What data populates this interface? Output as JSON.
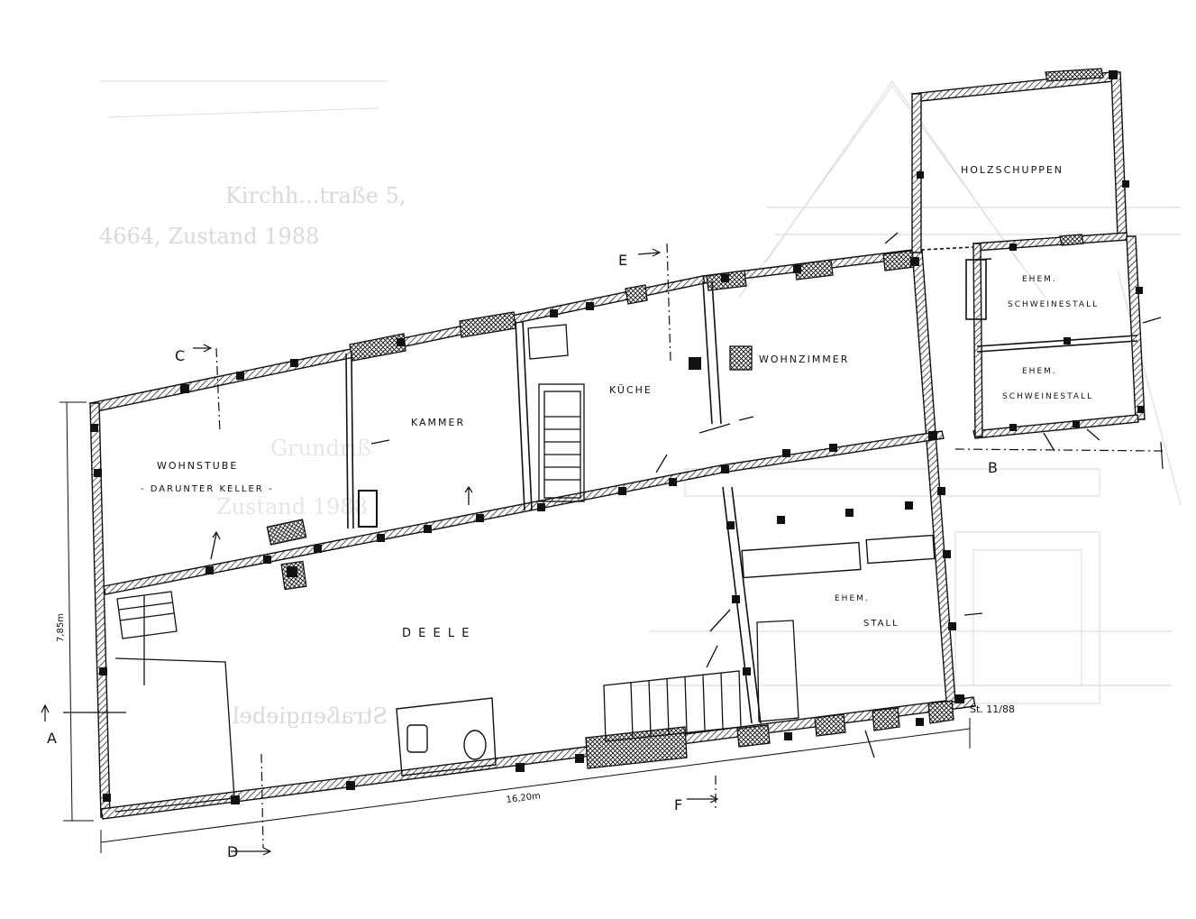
{
  "background_text": {
    "line1": "Kirchh...traße 5,",
    "line2": "4664, Zustand 1988",
    "faded1": "Grundriß",
    "faded2": "Zustand 1988",
    "mirrored": "Straßengiebel"
  },
  "rooms": {
    "wohnstube": "WOHNSTUBE",
    "wohnstube_note": "- DARUNTER KELLER -",
    "kammer": "KAMMER",
    "kueche": "KÜCHE",
    "wohnzimmer": "WOHNZIMMER",
    "holzschuppen": "HOLZSCHUPPEN",
    "schweinestall1_a": "EHEM.",
    "schweinestall1_b": "SCHWEINESTALL",
    "schweinestall2_a": "EHEM.",
    "schweinestall2_b": "SCHWEINESTALL",
    "deele": "D E E L E",
    "stall_a": "EHEM.",
    "stall_b": "STALL"
  },
  "section_markers": {
    "a": "A",
    "b": "B",
    "c": "C",
    "d": "D",
    "e": "E",
    "f": "F"
  },
  "dimensions": {
    "width": "16,20m",
    "depth": "7,85m"
  },
  "signature": "St. 11/88"
}
